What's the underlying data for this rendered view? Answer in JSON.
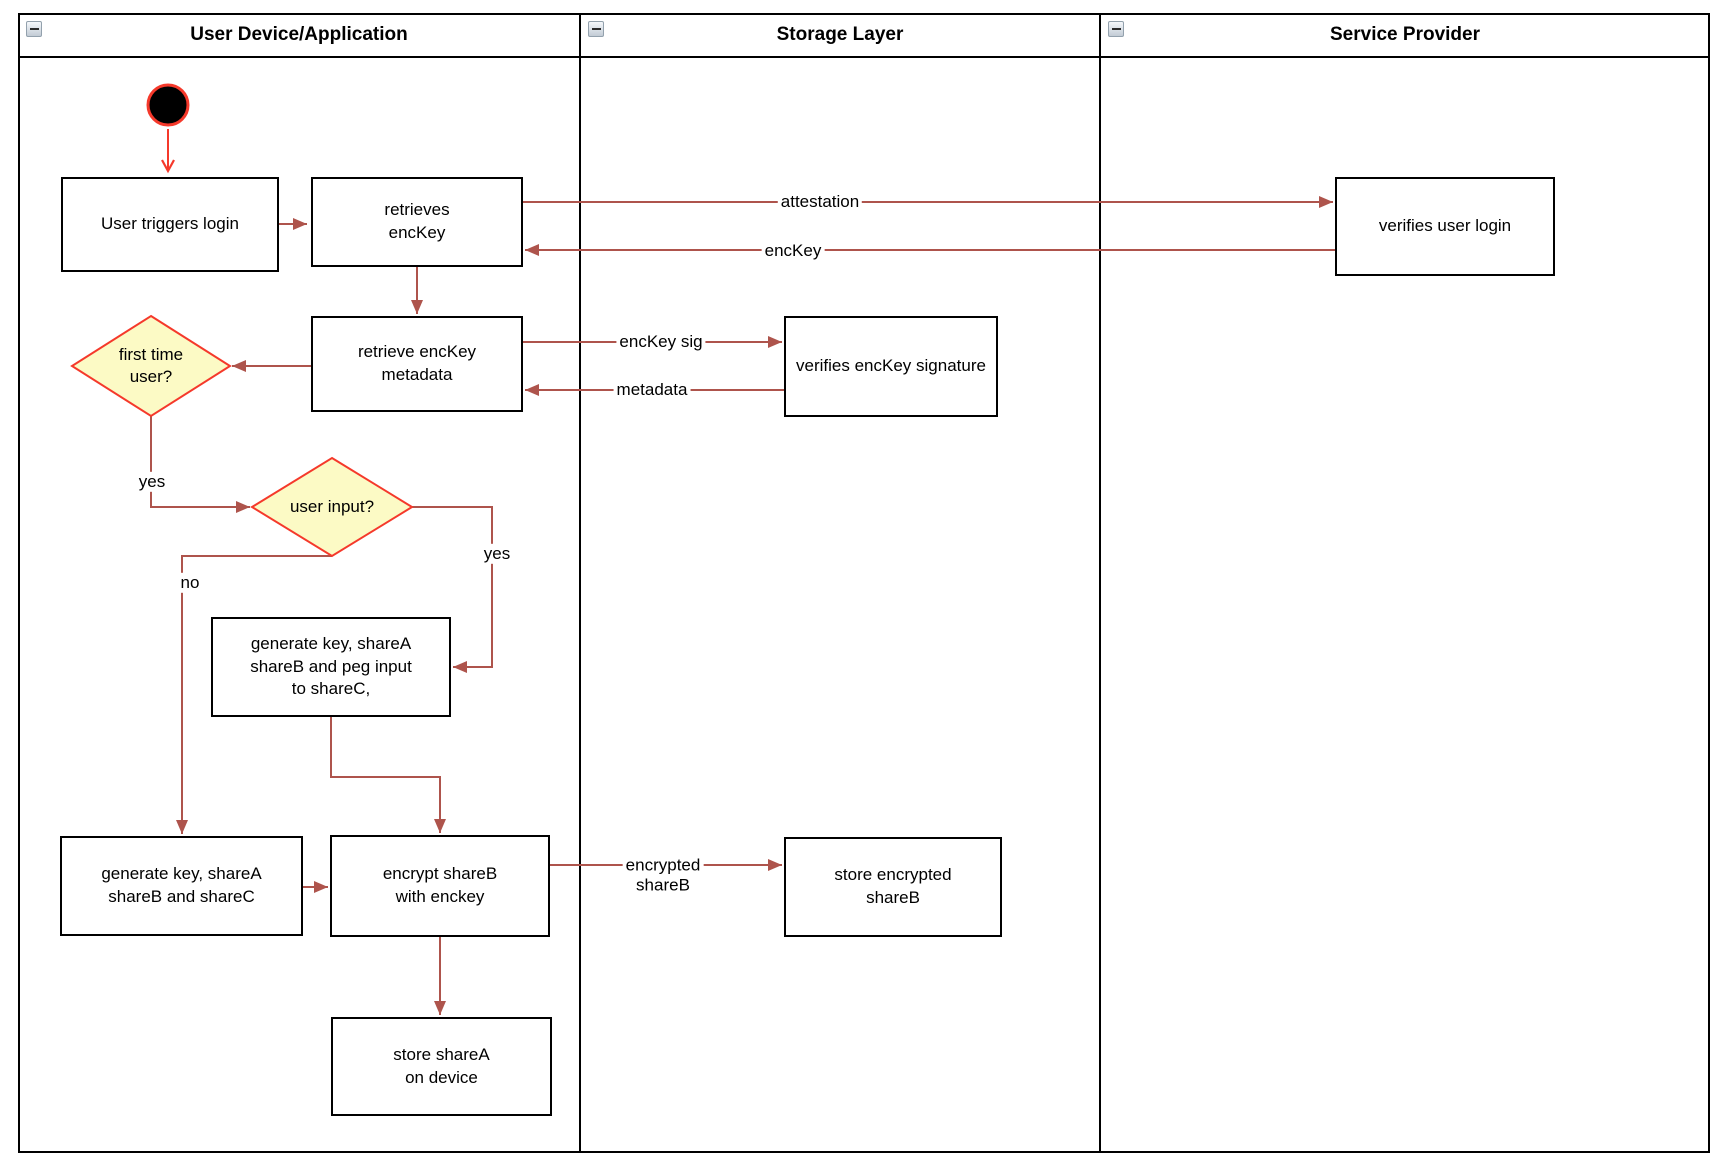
{
  "lanes": [
    {
      "title": "User Device/Application"
    },
    {
      "title": "Storage Layer"
    },
    {
      "title": "Service Provider"
    }
  ],
  "nodes": {
    "start": {
      "type": "initial-state"
    },
    "user_triggers_login": {
      "label": "User triggers login"
    },
    "retrieves_enckey": {
      "label": "retrieves\nencKey"
    },
    "verifies_user_login": {
      "label": "verifies user login"
    },
    "retrieve_enckey_metadata": {
      "label": "retrieve encKey\nmetadata"
    },
    "verifies_enckey_signature": {
      "label": "verifies encKey signature"
    },
    "first_time_user": {
      "label": "first time\nuser?",
      "type": "decision"
    },
    "user_input": {
      "label": "user input?",
      "type": "decision"
    },
    "generate_key_peg_input": {
      "label": "generate key, shareA\nshareB and peg input\nto shareC,"
    },
    "generate_key_shares": {
      "label": "generate key, shareA\nshareB and shareC"
    },
    "encrypt_shareb": {
      "label": "encrypt shareB\nwith enckey"
    },
    "store_encrypted_shareb": {
      "label": "store encrypted\nshareB"
    },
    "store_sharea_on_device": {
      "label": "store shareA\non device"
    }
  },
  "edges": [
    {
      "from": "start",
      "to": "user_triggers_login",
      "label": ""
    },
    {
      "from": "user_triggers_login",
      "to": "retrieves_enckey",
      "label": ""
    },
    {
      "from": "retrieves_enckey",
      "to": "verifies_user_login",
      "label": "attestation"
    },
    {
      "from": "verifies_user_login",
      "to": "retrieves_enckey",
      "label": "encKey"
    },
    {
      "from": "retrieves_enckey",
      "to": "retrieve_enckey_metadata",
      "label": ""
    },
    {
      "from": "retrieve_enckey_metadata",
      "to": "verifies_enckey_signature",
      "label": "encKey sig"
    },
    {
      "from": "verifies_enckey_signature",
      "to": "retrieve_enckey_metadata",
      "label": "metadata"
    },
    {
      "from": "retrieve_enckey_metadata",
      "to": "first_time_user",
      "label": ""
    },
    {
      "from": "first_time_user",
      "to": "user_input",
      "label": "yes"
    },
    {
      "from": "user_input",
      "to": "generate_key_peg_input",
      "label": "yes"
    },
    {
      "from": "user_input",
      "to": "generate_key_shares",
      "label": "no"
    },
    {
      "from": "generate_key_peg_input",
      "to": "encrypt_shareb",
      "label": ""
    },
    {
      "from": "generate_key_shares",
      "to": "encrypt_shareb",
      "label": ""
    },
    {
      "from": "encrypt_shareb",
      "to": "store_encrypted_shareb",
      "label": "encrypted\nshareB"
    },
    {
      "from": "encrypt_shareb",
      "to": "store_sharea_on_device",
      "label": ""
    }
  ],
  "colors": {
    "edge_arrow": "#AE544C",
    "accent_red": "#F5392B",
    "decision_fill": "#FCFAC5",
    "decision_stroke": "#F5392B",
    "node_border": "#000000",
    "background": "#FFFFFF"
  }
}
